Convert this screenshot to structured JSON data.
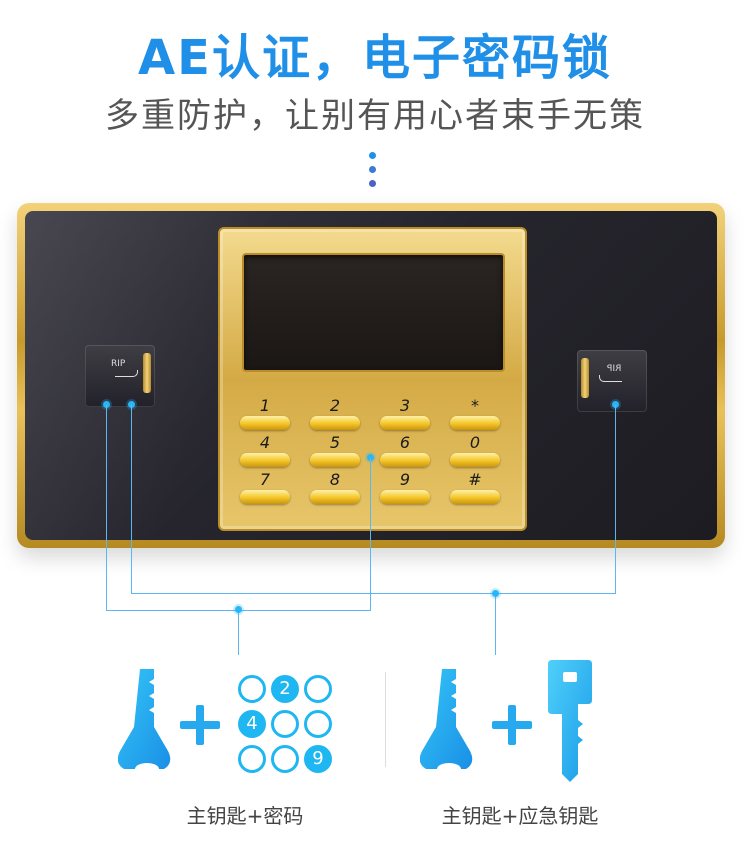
{
  "header": {
    "title": "AE认证，电子密码锁",
    "subtitle": "多重防护，让别有用心者束手无策"
  },
  "lock_panel": {
    "keyhole_label": "RIP",
    "keys": [
      {
        "label": "1"
      },
      {
        "label": "2"
      },
      {
        "label": "3"
      },
      {
        "label": "*"
      },
      {
        "label": "4"
      },
      {
        "label": "5"
      },
      {
        "label": "6"
      },
      {
        "label": "0"
      },
      {
        "label": "7"
      },
      {
        "label": "8"
      },
      {
        "label": "9"
      },
      {
        "label": "#"
      }
    ]
  },
  "options": {
    "left_caption": "主钥匙+密码",
    "right_caption": "主钥匙+应急钥匙",
    "number_grid": [
      "",
      "2",
      "",
      "4",
      "",
      "",
      "",
      "",
      "9"
    ]
  },
  "colors": {
    "accent": "#1f8fe8",
    "icon_blue": "#1fb7f2",
    "panel_gold": "#d4aa45",
    "panel_dark": "#26252d"
  }
}
